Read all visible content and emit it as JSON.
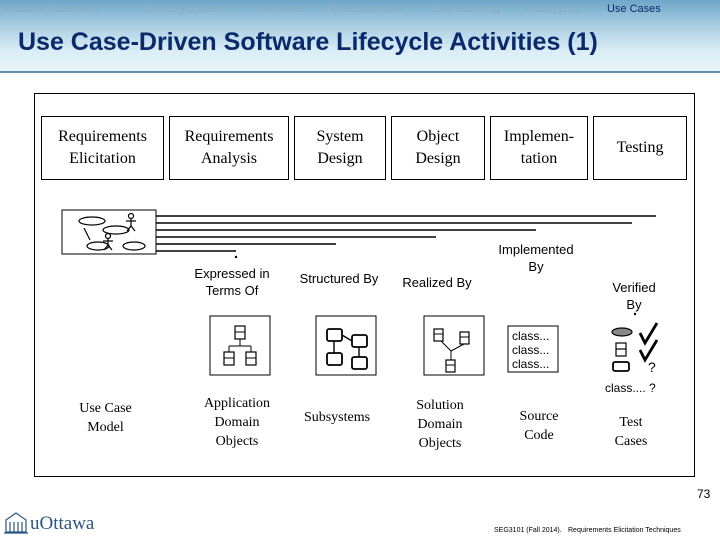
{
  "nav": {
    "items": [
      "Problem Statement",
      "Existing Systems",
      "Interviews",
      "Questionnaires",
      "Brainstorming",
      "Prototyping",
      "Use Cases"
    ],
    "active_index": 6
  },
  "title": "Use Case-Driven Software Lifecycle Activities (1)",
  "phases": [
    "Requirements\nElicitation",
    "Requirements\nAnalysis",
    "System\nDesign",
    "Object\nDesign",
    "Implemen-\ntation",
    "Testing"
  ],
  "relations": {
    "expressed_in": "Expressed in\nTerms Of",
    "structured_by": "Structured By",
    "realized_by": "Realized By",
    "implemented_by": "Implemented\nBy",
    "verified_by": "Verified\nBy"
  },
  "code_lines": "class...\nclass...\nclass...",
  "test_question_mark": "?",
  "test_class_label": "class.... ?",
  "models": {
    "use_case_model": "Use Case\nModel",
    "application_domain_objects": "Application\nDomain\nObjects",
    "subsystems": "Subsystems",
    "solution_domain_objects": "Solution\nDomain\nObjects",
    "source_code": "Source\nCode",
    "test_cases": "Test\nCases"
  },
  "footer": {
    "logo": "uOttawa",
    "course": "SEG3101 (Fall 2014).",
    "topic": "Requirements Elicitation Techniques",
    "page": "73"
  },
  "colors": {
    "title": "#0b2a6b",
    "nav_inactive": "#8aaec4",
    "header_top": "#6fa6c8"
  }
}
